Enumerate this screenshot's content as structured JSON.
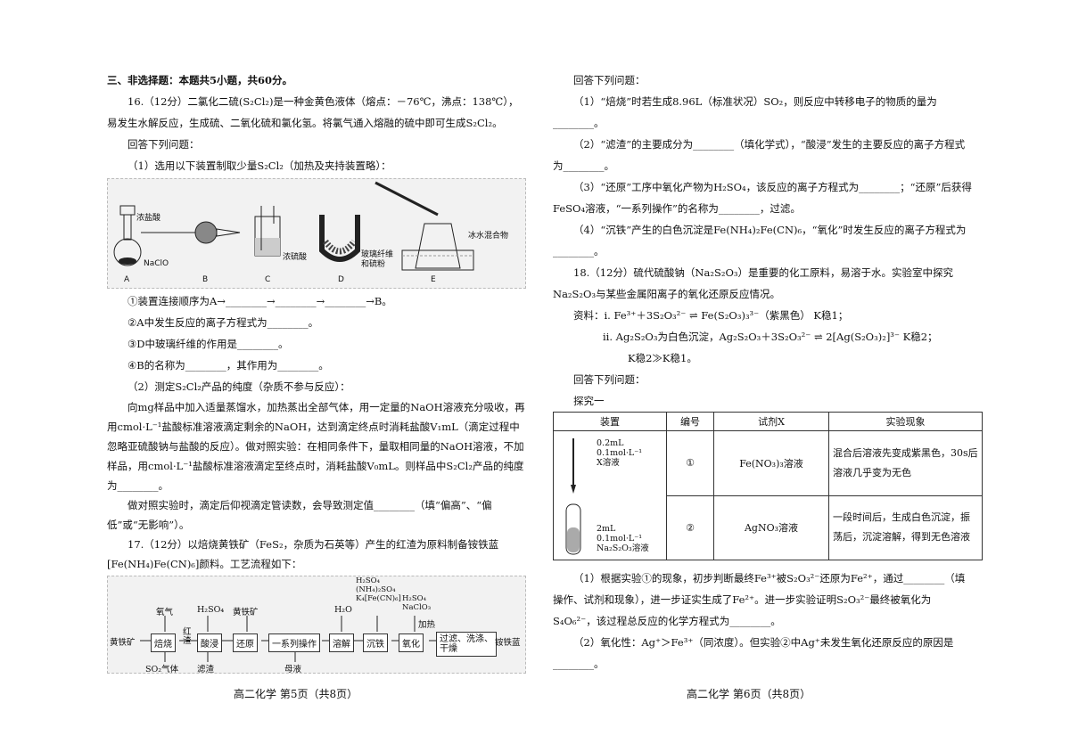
{
  "left": {
    "section_header": "三、非选择题：本题共5小题，共60分。",
    "q16_intro": "16.（12分）二氯化二硫(S₂Cl₂)是一种金黄色液体（熔点：－76℃，沸点：138℃），易发生水解反应，生成硫、二氧化硫和氯化氢。将氯气通入熔融的硫中即可生成S₂Cl₂。",
    "answer_prompt": "回答下列问题：",
    "q16_1": "（1）选用以下装置制取少量S₂Cl₂（加热及夹持装置略）：",
    "apparatus": {
      "acid_label": "浓盐酸",
      "naclo_label": "NaClO",
      "c_label": "浓硫酸",
      "d_label": "玻璃纤维\n和硫粉",
      "e_label": "冰水混合物",
      "letters": [
        "A",
        "B",
        "C",
        "D",
        "E"
      ]
    },
    "q16_1_a": "①装置连接顺序为A→________→________→________→B。",
    "q16_1_b": "②A中发生反应的离子方程式为________。",
    "q16_1_c": "③D中玻璃纤维的作用是________。",
    "q16_1_d": "④B的名称为________，其作用为________。",
    "q16_2": "（2）测定S₂Cl₂产品的纯度（杂质不参与反应）：",
    "q16_2_body": "向mg样品中加入适量蒸馏水，加热蒸出全部气体，用一定量的NaOH溶液充分吸收，再用cmol·L⁻¹盐酸标准溶液滴定剩余的NaOH，达到滴定终点时消耗盐酸V₁mL（滴定过程中忽略亚硫酸钠与盐酸的反应）。做对照实验：在相同条件下，量取相同量的NaOH溶液，不加样品，用cmol·L⁻¹盐酸标准溶液滴定至终点时，消耗盐酸V₀mL。则样品中S₂Cl₂产品的纯度为________。",
    "q16_2_extra": "做对照实验时，滴定后仰视滴定管读数，会导致测定值________（填“偏高”、“偏低”或“无影响”）。",
    "q17_intro": "17.（12分）以焙烧黄铁矿（FeS₂，杂质为石英等）产生的红渣为原料制备铵铁蓝[Fe(NH₄)Fe(CN)₆]颜料。工艺流程如下：",
    "flow": {
      "input": "黄铁矿",
      "oxygen": "氧气",
      "roast": "焙烧",
      "so2": "SO₂气体",
      "red_slag": "红渣",
      "h2so4": "H₂SO₄",
      "acid_leach": "酸浸",
      "residue": "滤渣",
      "pyrite": "黄铁矿",
      "reduce": "还原",
      "ops": "一系列操作",
      "mother": "母液",
      "h2o": "H₂O",
      "dissolve": "溶解",
      "precip_reagents": "H₂SO₄\n(NH₄)₂SO₄\nK₄[Fe(CN)₆]",
      "precip": "沉铁",
      "ox_reagents": "H₂SO₄\nNaClO₃",
      "heat": "加热",
      "oxidize": "氧化",
      "filter": "过滤、洗涤、\n干燥",
      "product": "铵铁蓝"
    },
    "footer": "高二化学 第5页（共8页）"
  },
  "right": {
    "answer_prompt": "回答下列问题：",
    "q17_1": "（1）“焙烧”时若生成8.96L（标准状况）SO₂，则反应中转移电子的物质的量为________。",
    "q17_2": "（2）“滤渣”的主要成分为________（填化学式），“酸浸”发生的主要反应的离子方程式为________。",
    "q17_3": "（3）“还原”工序中氧化产物为H₂SO₄，该反应的离子方程式为________；“还原”后获得FeSO₄溶液，“一系列操作”的名称为________，过滤。",
    "q17_4": "（4）“沉铁”产生的白色沉淀是Fe(NH₄)₂Fe(CN)₆，“氧化”时发生反应的离子方程式为________。",
    "q18_intro": "18.（12分）硫代硫酸钠（Na₂S₂O₃）是重要的化工原料，易溶于水。实验室中探究Na₂S₂O₃与某些金属阳离子的氧化还原反应情况。",
    "info1": "资料：ⅰ. Fe³⁺＋3S₂O₃²⁻ ⇌ Fe(S₂O₃)₃³⁻（紫黑色）  K稳1；",
    "info2": "ⅱ. Ag₂S₂O₃为白色沉淀，Ag₂S₂O₃＋3S₂O₃²⁻ ⇌ 2[Ag(S₂O₃)₂]³⁻  K稳2；",
    "info3": "K稳2≫K稳1。",
    "answer_prompt2": "回答下列问题：",
    "explore": "探究一",
    "table": {
      "headers": [
        "装置",
        "编号",
        "试剂X",
        "实验现象"
      ],
      "tube_top": "0.2mL\n0.1mol·L⁻¹\nX溶液",
      "tube_bottom": "2mL\n0.1mol·L⁻¹\nNa₂S₂O₃溶液",
      "rows": [
        {
          "num": "①",
          "reagent": "Fe(NO₃)₃溶液",
          "phenomenon": "混合后溶液先变成紫黑色，30s后溶液几乎变为无色"
        },
        {
          "num": "②",
          "reagent": "AgNO₃溶液",
          "phenomenon": "一段时间后，生成白色沉淀，振荡后，沉淀溶解，得到无色溶液"
        }
      ]
    },
    "q18_1": "（1）根据实验①的现象，初步判断最终Fe³⁺被S₂O₃²⁻还原为Fe²⁺，通过________（填操作、试剂和现象），进一步证实生成了Fe²⁺。进一步实验证明S₂O₃²⁻最终被氧化为S₄O₆²⁻，该过程总反应的化学方程式为________。",
    "q18_2": "（2）氧化性：Ag⁺＞Fe³⁺（同浓度）。但实验②中Ag⁺未发生氧化还原反应的原因是________。",
    "footer": "高二化学 第6页（共8页）"
  }
}
